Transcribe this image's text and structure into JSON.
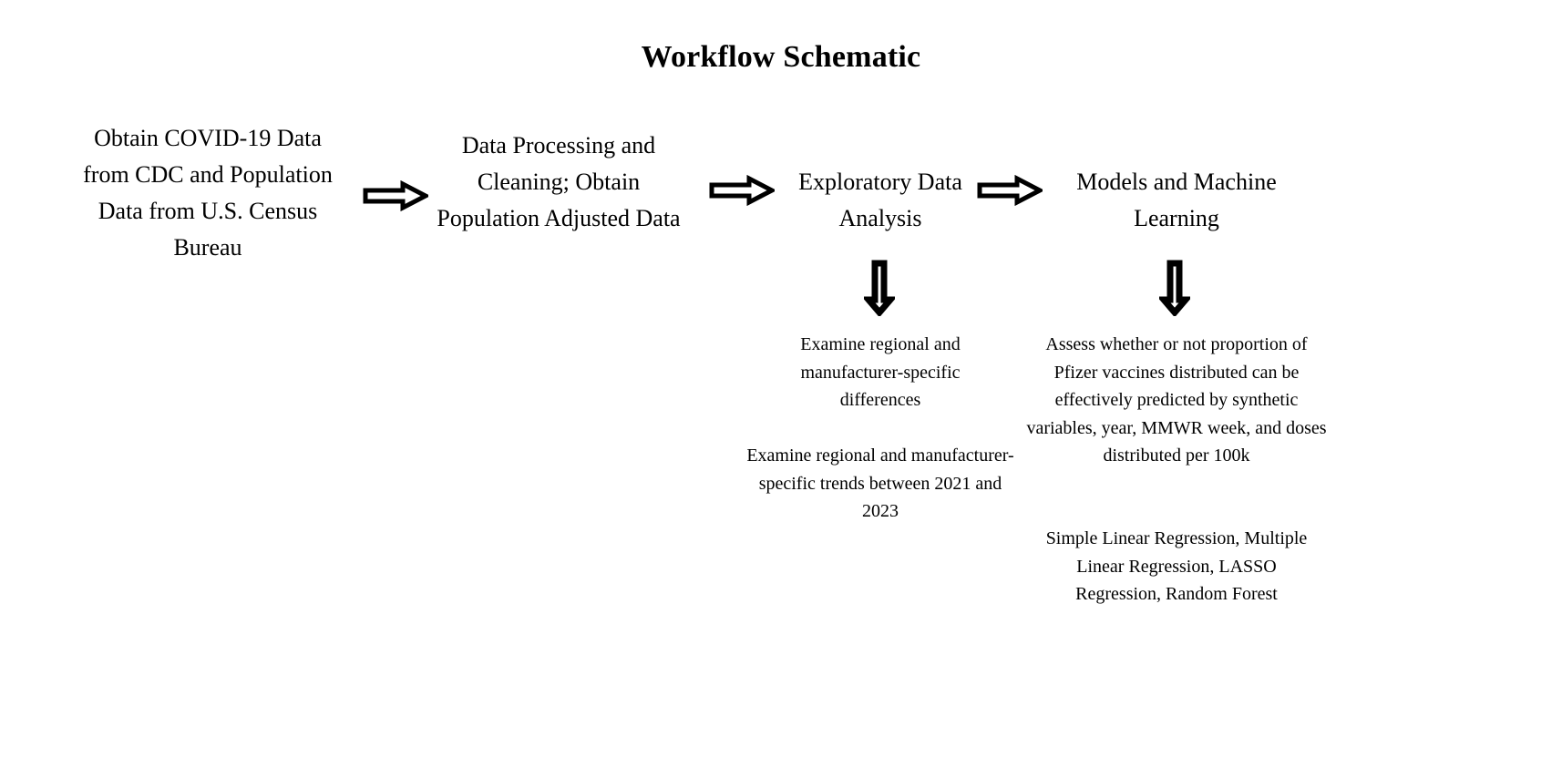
{
  "title": "Workflow Schematic",
  "stages": [
    {
      "id": "data-acquisition",
      "heading": "Obtain COVID-19 Data from CDC and Population Data from U.S. Census Bureau"
    },
    {
      "id": "data-processing",
      "heading": "Data Processing and Cleaning; Obtain Population Adjusted Data"
    },
    {
      "id": "exploratory-data-analysis",
      "heading": "Exploratory Data Analysis"
    },
    {
      "id": "models-machine-learning",
      "heading": "Models and Machine Learning"
    }
  ],
  "details": {
    "eda_1": "Examine regional and manufacturer-specific differences",
    "eda_2": "Examine regional and manufacturer-specific trends between 2021 and 2023",
    "model_1": "Assess whether or not proportion of Pfizer vaccines distributed can be effectively predicted by synthetic variables, year, MMWR week, and doses distributed per 100k",
    "model_2": "Simple Linear Regression, Multiple Linear Regression, LASSO Regression, Random Forest"
  },
  "arrows": {
    "horizontal": [
      "stage1-to-stage2",
      "stage2-to-stage3",
      "stage3-to-stage4"
    ],
    "vertical": [
      "eda-to-details",
      "models-to-details"
    ]
  },
  "colors": {
    "background": "#ffffff",
    "text": "#000000",
    "arrow_stroke": "#000000",
    "arrow_fill": "#ffffff"
  }
}
